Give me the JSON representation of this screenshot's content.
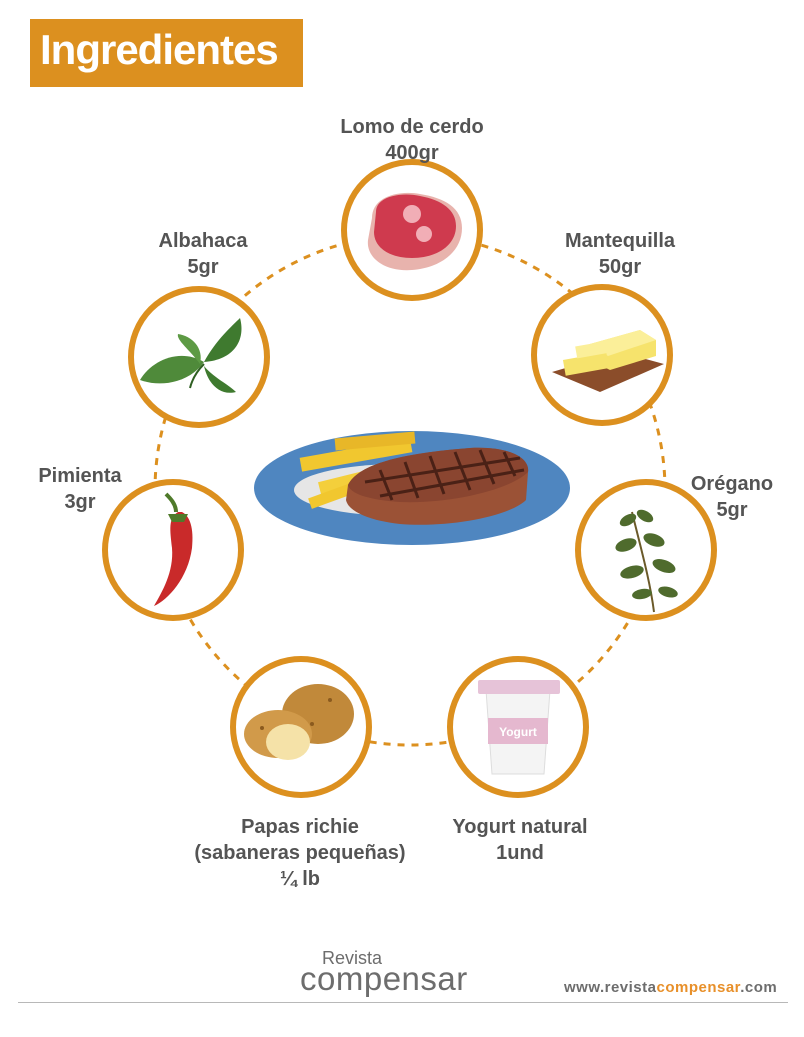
{
  "title": "Ingredientes",
  "ingredients": [
    {
      "name": "Lomo de cerdo",
      "qty": "400gr"
    },
    {
      "name": "Mantequilla",
      "qty": "50gr"
    },
    {
      "name": "Orégano",
      "qty": "5gr"
    },
    {
      "name": "Yogurt natural",
      "qty": "1und"
    },
    {
      "name": "Papas richie",
      "qty": "(sabaneras pequeñas)",
      "qty2": "¼ lb"
    },
    {
      "name": "Pimienta",
      "qty": "3gr"
    },
    {
      "name": "Albahaca",
      "qty": "5gr"
    }
  ],
  "yogurt_cup_text": "Yogurt",
  "brand": {
    "small": "Revista",
    "big": "compensar"
  },
  "url": {
    "prefix": "www.revista",
    "accent": "compensar",
    "suffix": ".com"
  },
  "colors": {
    "accent": "#dc901f",
    "ring": "#dc901f",
    "text": "#545454",
    "plate": "#4f86c0"
  }
}
